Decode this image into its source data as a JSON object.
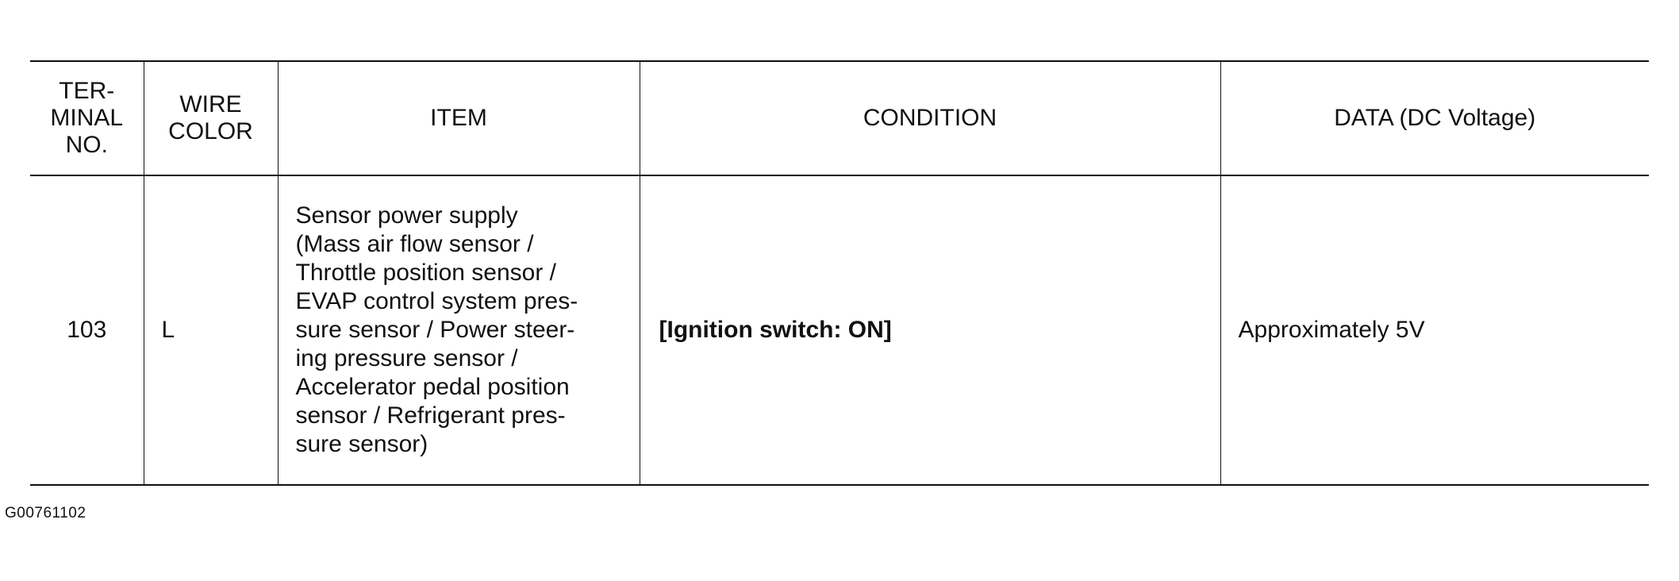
{
  "table": {
    "headers": {
      "terminal": [
        "TER-",
        "MINAL",
        "NO."
      ],
      "wire_color": [
        "WIRE",
        "COLOR"
      ],
      "item": "ITEM",
      "condition": "CONDITION",
      "data": "DATA (DC Voltage)"
    },
    "rows": [
      {
        "terminal": "103",
        "wire_color": "L",
        "item_lines": [
          "Sensor power supply",
          "(Mass air flow sensor /",
          "Throttle position sensor /",
          "EVAP control system pres-",
          "sure sensor / Power steer-",
          "ing pressure sensor /",
          "Accelerator pedal position",
          "sensor / Refrigerant pres-",
          "sure sensor)"
        ],
        "condition": "[Ignition switch: ON]",
        "data": "Approximately 5V"
      }
    ]
  },
  "figure_code": "G00761102"
}
